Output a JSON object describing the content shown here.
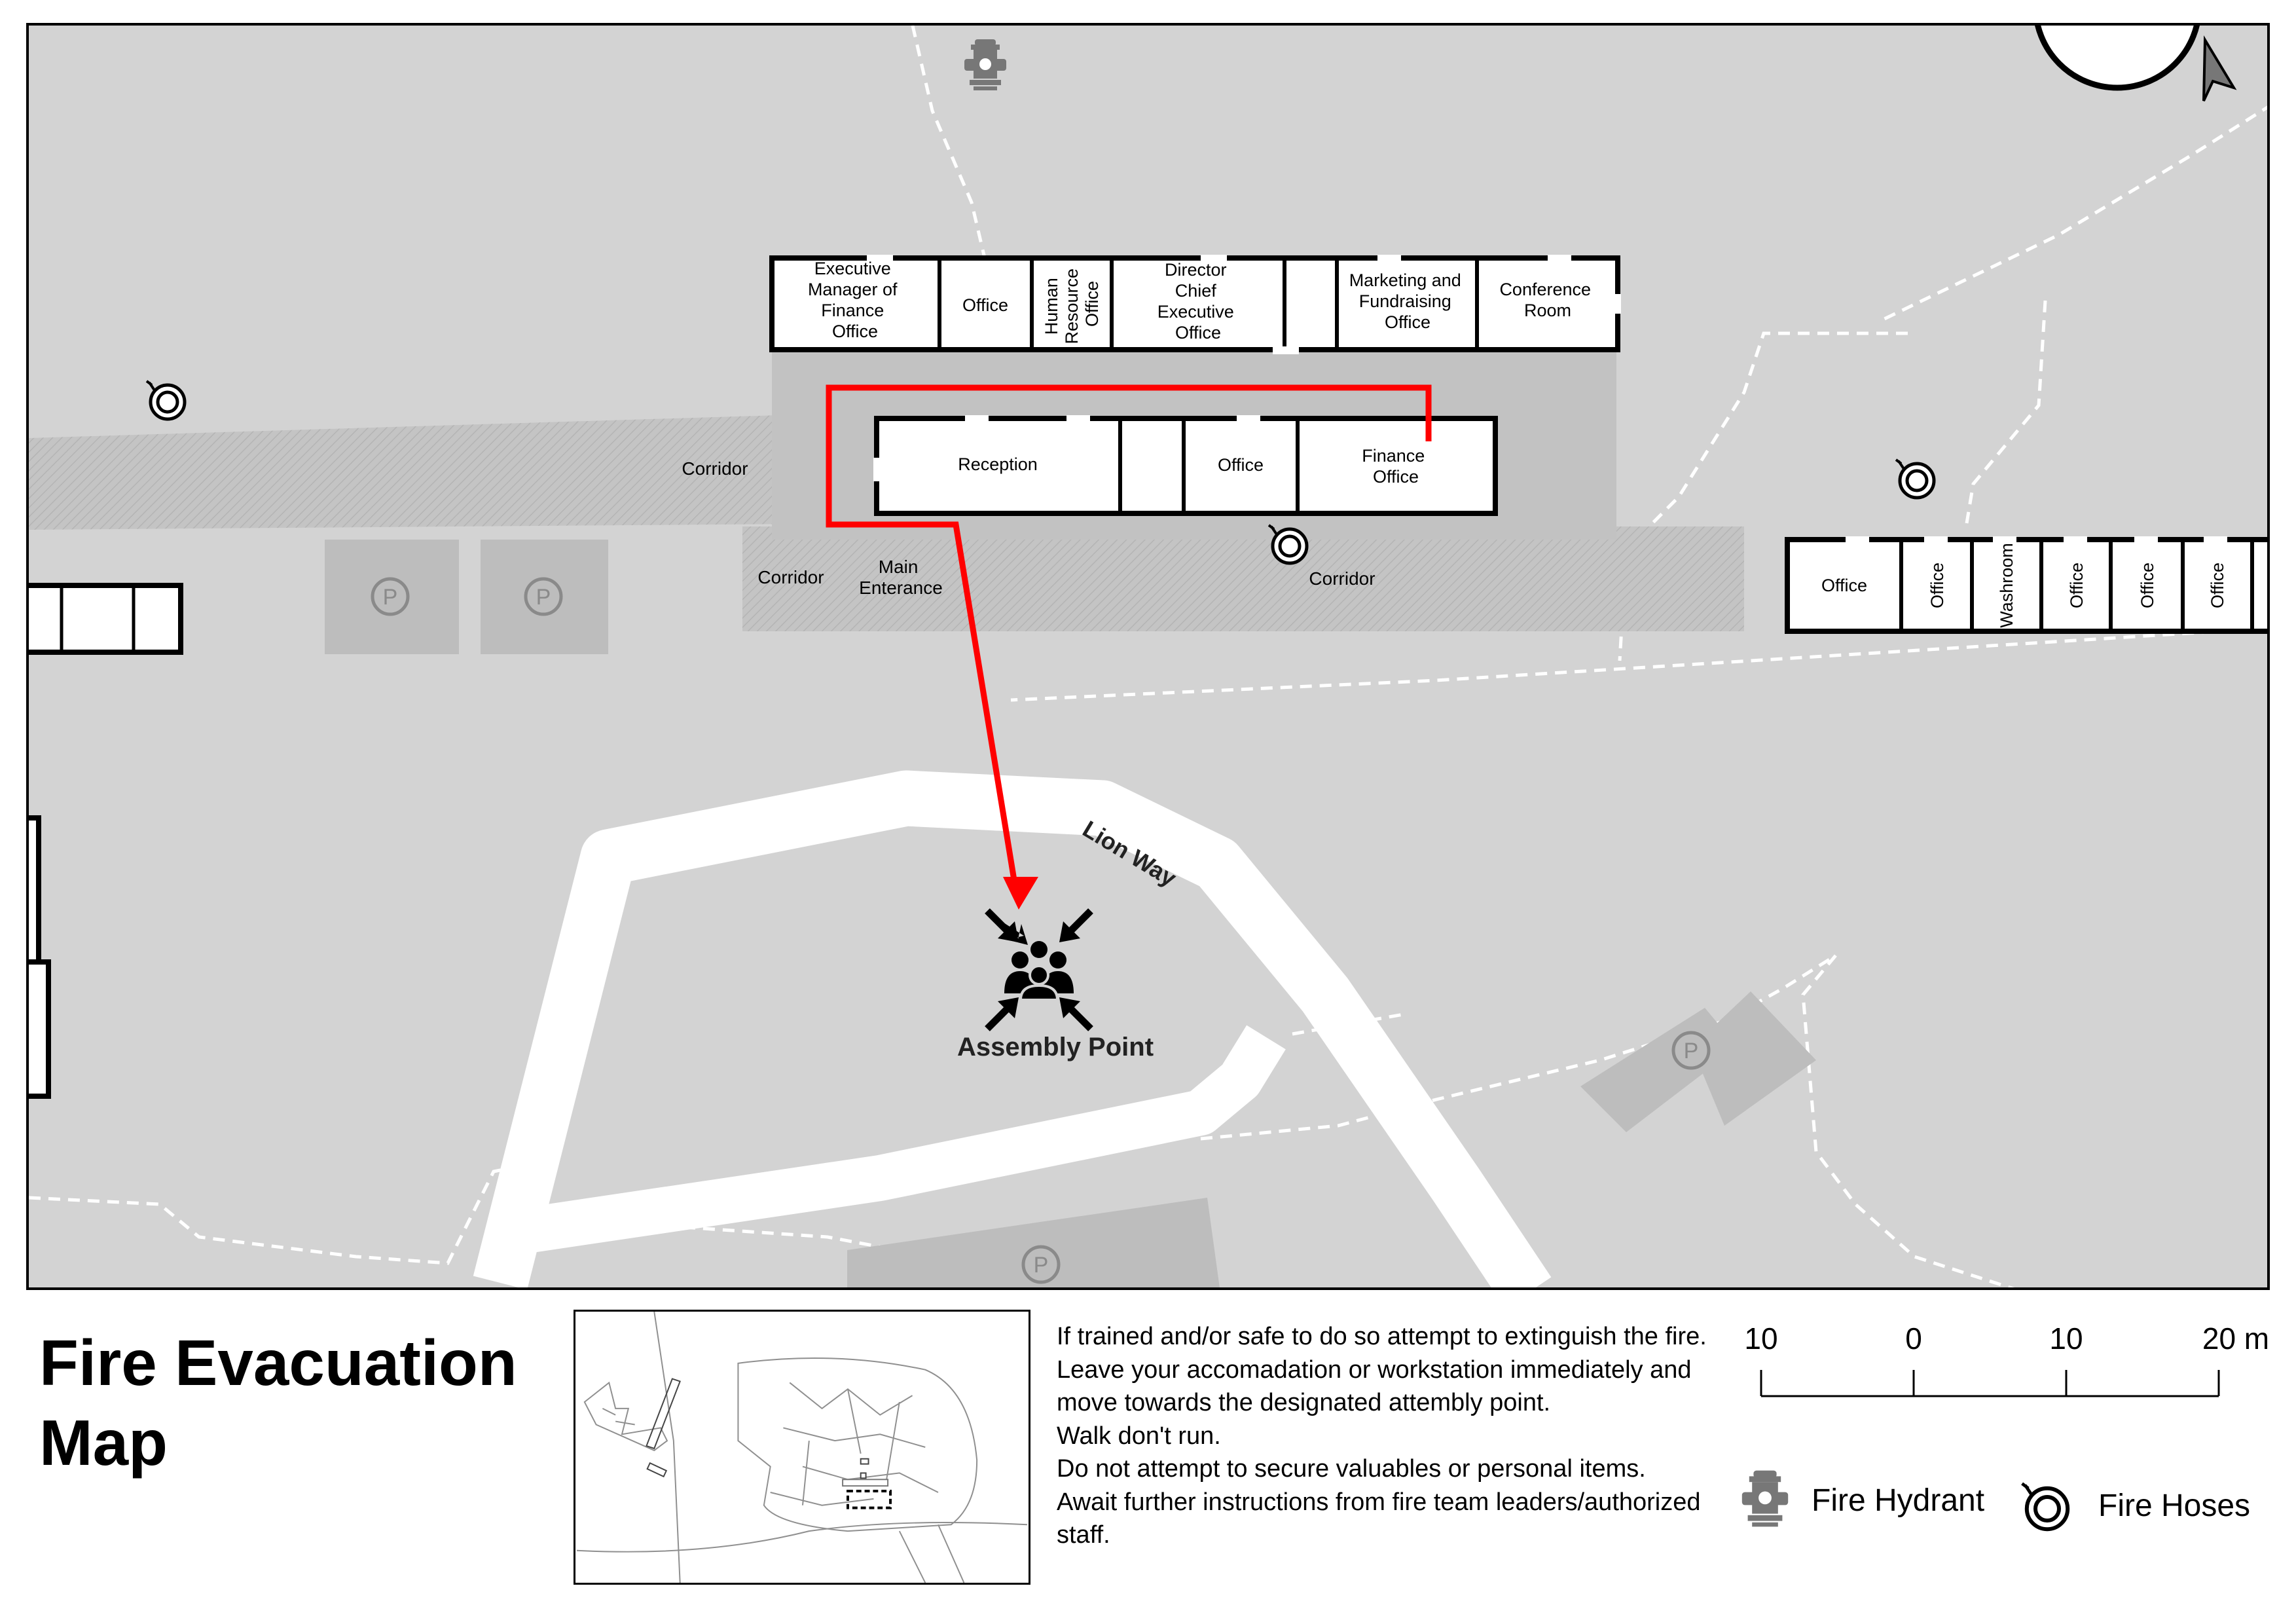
{
  "title": {
    "line1": "Fire Evacuation",
    "line2": "Map"
  },
  "rooms_north": {
    "executive_manager": [
      "Executive",
      "Manager of",
      "Finance",
      "Office"
    ],
    "office": "Office",
    "human_resource": [
      "Human",
      "Resource",
      "Office"
    ],
    "director": [
      "Director",
      "Chief",
      "Executive",
      "Office"
    ],
    "marketing": [
      "Marketing and",
      "Fundraising",
      "Office"
    ],
    "conference": [
      "Conference",
      "Room"
    ]
  },
  "rooms_center": {
    "reception": "Reception",
    "office": "Office",
    "finance": [
      "Finance",
      "Office"
    ]
  },
  "rooms_east": {
    "office_main": "Office",
    "office_1": "Office",
    "washroom": "Washroom",
    "office_2": "Office",
    "office_3": "Office",
    "office_4": "Office"
  },
  "corridors": {
    "west": "Corridor",
    "center": "Corridor",
    "south": "Corridor"
  },
  "main_entrance": [
    "Main",
    "Enterance"
  ],
  "road_name": "Lion Way",
  "assembly_point": "Assembly Point",
  "parking_symbol": "P",
  "instructions": [
    "If trained and/or safe to do so attempt to extinguish the fire.",
    "Leave your accomadation or workstation immediately and move towards the designated attembly point.",
    "Walk don't run.",
    "Do not attempt to secure valuables or personal items.",
    "Await further instructions from fire team leaders/authorized staff."
  ],
  "scale": {
    "labels": [
      "10",
      "0",
      "10",
      "20 m"
    ]
  },
  "legend": {
    "hydrant": "Fire Hydrant",
    "hoses": "Fire Hoses"
  },
  "icons": {
    "hydrant": "fire-hydrant-icon",
    "hose": "fire-hose-icon",
    "north": "north-arrow-icon",
    "assembly": "assembly-point-icon",
    "parking": "parking-icon"
  },
  "colors": {
    "map_background": "#d3d3d3",
    "building_fill": "#ffffff",
    "building_outline": "#000000",
    "parking_lot": "#bdbdbd",
    "road": "#ffffff",
    "evacuation_route": "#ff0000",
    "corridor_fill": "#c2c2c2"
  }
}
